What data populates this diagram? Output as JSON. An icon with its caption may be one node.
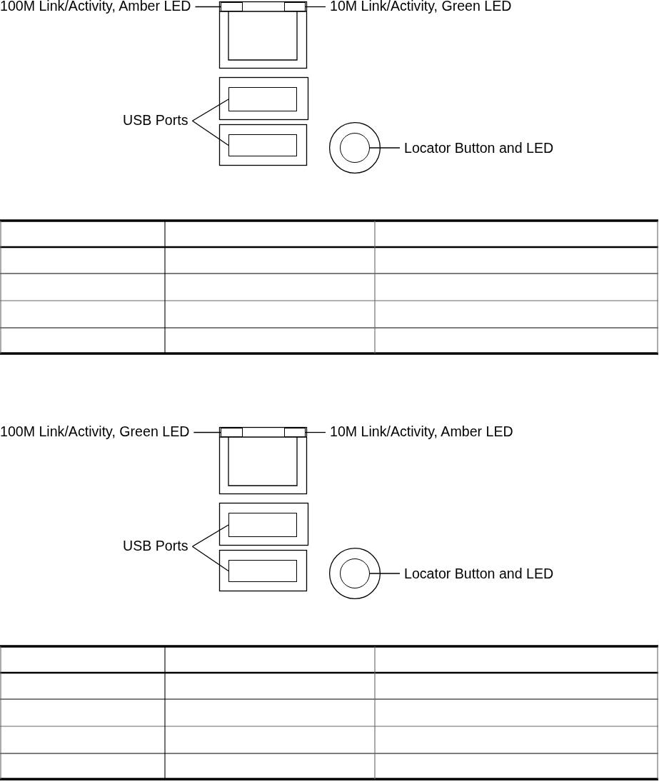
{
  "diagram": {
    "nodes": [
      {
        "text": [
          "100M Link/Activity, Amber LED"
        ]
      },
      {
        "text": [],
        "shape": "box"
      },
      {
        "text": [
          "10M Link/Activity, Green LED"
        ]
      },
      {
        "text": [],
        "shape": "box"
      },
      {
        "text": [
          "USB Ports"
        ]
      },
      {
        "text": [],
        "shape": "box"
      },
      {
        "text": [],
        "shape": "box"
      },
      {
        "text": [
          "Locator Button and LED"
        ]
      },
      {
        "text": [],
        "shape": "circle"
      },
      {
        "text": [
          "100M Link/Activity, Green LED"
        ]
      },
      {
        "text": [],
        "shape": "box"
      },
      {
        "text": [
          "10M Link/Activity, Amber LED"
        ]
      },
      {
        "text": [],
        "shape": "box"
      },
      {
        "text": [
          "USB Ports"
        ]
      },
      {
        "text": [],
        "shape": "box"
      },
      {
        "text": [],
        "shape": "box"
      },
      {
        "text": [
          "Locator Button and LED"
        ]
      },
      {
        "text": [],
        "shape": "circle"
      }
    ],
    "edges": [
      {
        "from": 0,
        "to": 1,
        "arrow": "none"
      },
      {
        "from": 2,
        "to": 3,
        "arrow": "none"
      },
      {
        "from": 4,
        "to": 5,
        "arrow": "none"
      },
      {
        "from": 4,
        "to": 6,
        "arrow": "none"
      },
      {
        "from": 7,
        "to": 8,
        "arrow": "none"
      },
      {
        "from": 9,
        "to": 10,
        "arrow": "none"
      },
      {
        "from": 11,
        "to": 12,
        "arrow": "none"
      },
      {
        "from": 13,
        "to": 14,
        "arrow": "none"
      },
      {
        "from": 13,
        "to": 15,
        "arrow": "none"
      },
      {
        "from": 16,
        "to": 17,
        "arrow": "none"
      }
    ]
  }
}
